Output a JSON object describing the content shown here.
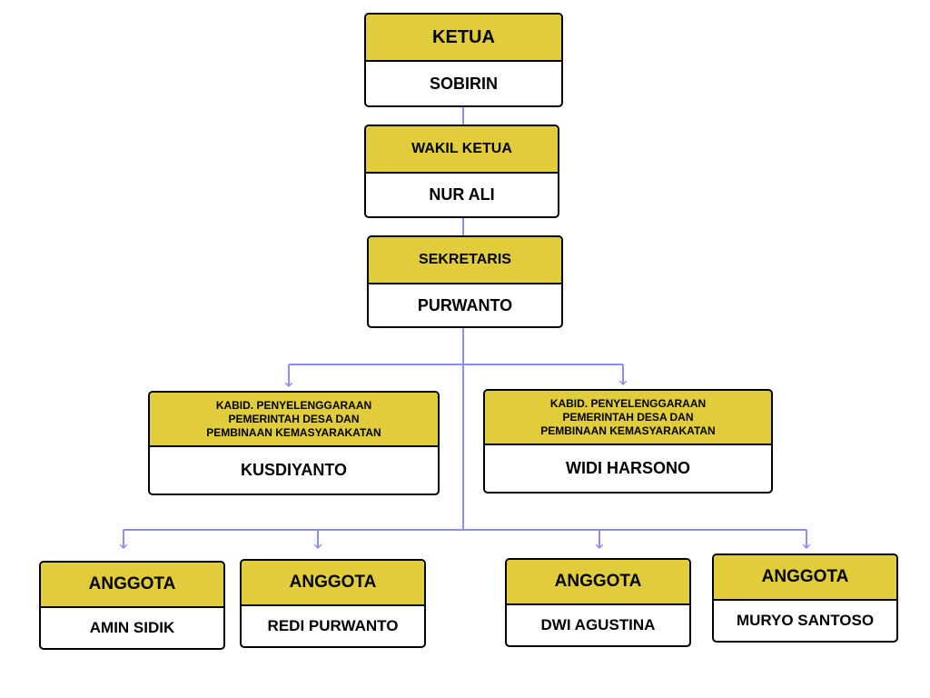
{
  "colors": {
    "header_fill": "#e1cd3c",
    "connector": "#8e8ef0",
    "border": "#000000"
  },
  "chart_data": {
    "type": "org-chart",
    "nodes": [
      {
        "id": "ketua",
        "title": "KETUA",
        "name": "SOBIRIN"
      },
      {
        "id": "wakil",
        "title": "WAKIL KETUA",
        "name": "NUR ALI"
      },
      {
        "id": "sekretaris",
        "title": "SEKRETARIS",
        "name": "PURWANTO"
      },
      {
        "id": "kabid1",
        "title_lines": [
          "KABID. PENYELENGGARAAN",
          "PEMERINTAH DESA DAN",
          "PEMBINAAN KEMASYARAKATAN"
        ],
        "name": "KUSDIYANTO"
      },
      {
        "id": "kabid2",
        "title_lines": [
          "KABID. PENYELENGGARAAN",
          "PEMERINTAH DESA DAN",
          "PEMBINAAN KEMASYARAKATAN"
        ],
        "name": "WIDI HARSONO"
      },
      {
        "id": "anggota1",
        "title": "ANGGOTA",
        "name": "AMIN SIDIK"
      },
      {
        "id": "anggota2",
        "title": "ANGGOTA",
        "name": "REDI PURWANTO"
      },
      {
        "id": "anggota3",
        "title": "ANGGOTA",
        "name": "DWI AGUSTINA"
      },
      {
        "id": "anggota4",
        "title": "ANGGOTA",
        "name": "MURYO SANTOSO"
      }
    ],
    "edges": [
      [
        "ketua",
        "wakil"
      ],
      [
        "wakil",
        "sekretaris"
      ],
      [
        "sekretaris",
        "kabid1"
      ],
      [
        "sekretaris",
        "kabid2"
      ],
      [
        "sekretaris",
        "anggota1"
      ],
      [
        "sekretaris",
        "anggota2"
      ],
      [
        "sekretaris",
        "anggota3"
      ],
      [
        "sekretaris",
        "anggota4"
      ]
    ]
  }
}
